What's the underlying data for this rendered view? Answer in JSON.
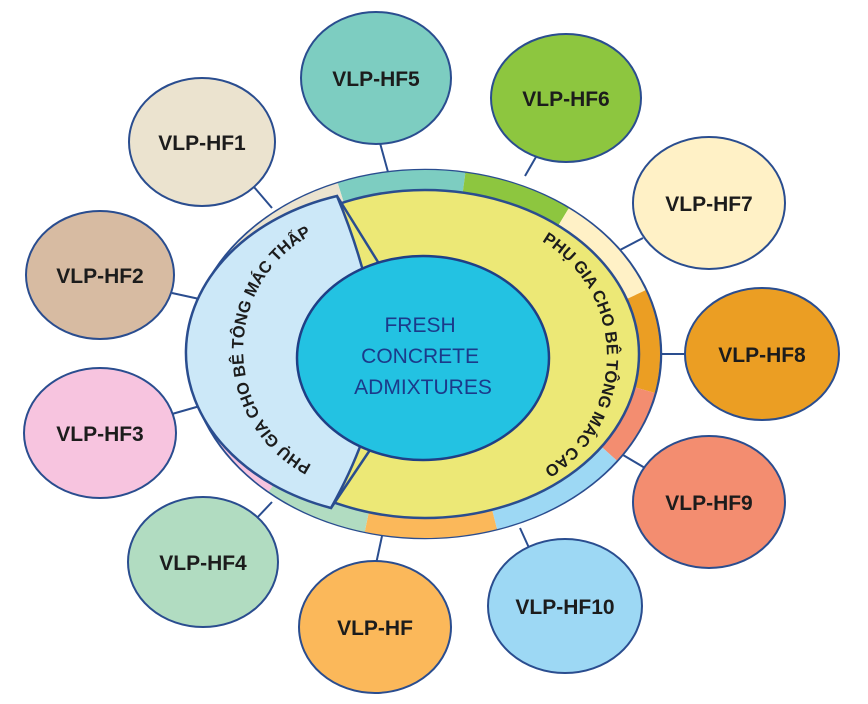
{
  "center": {
    "lines": [
      "FRESH",
      "CONCRETE",
      "ADMIXTURES"
    ],
    "fill": "#23c2e2"
  },
  "ring": {
    "left_label": "PHỤ GIA CHO BÊ TÔNG MÁC THẤP",
    "right_label": "PHỤ GIA CHO BÊ TÔNG MÁC CAO",
    "left_fill": "#cce8f8",
    "right_fill": "#ece876"
  },
  "nodes": [
    {
      "label": "VLP-HF1",
      "color": "#ebe3cf"
    },
    {
      "label": "VLP-HF2",
      "color": "#d7bba2"
    },
    {
      "label": "VLP-HF3",
      "color": "#f7c4df"
    },
    {
      "label": "VLP-HF4",
      "color": "#b1dcc1"
    },
    {
      "label": "VLP-HF5",
      "color": "#7dcdc1"
    },
    {
      "label": "VLP-HF6",
      "color": "#8dc63f"
    },
    {
      "label": "VLP-HF7",
      "color": "#fff1c6"
    },
    {
      "label": "VLP-HF8",
      "color": "#eb9e23"
    },
    {
      "label": "VLP-HF9",
      "color": "#f38d70"
    },
    {
      "label": "VLP-HF10",
      "color": "#9dd8f4"
    },
    {
      "label": "VLP-HF",
      "color": "#fbb85a"
    }
  ]
}
